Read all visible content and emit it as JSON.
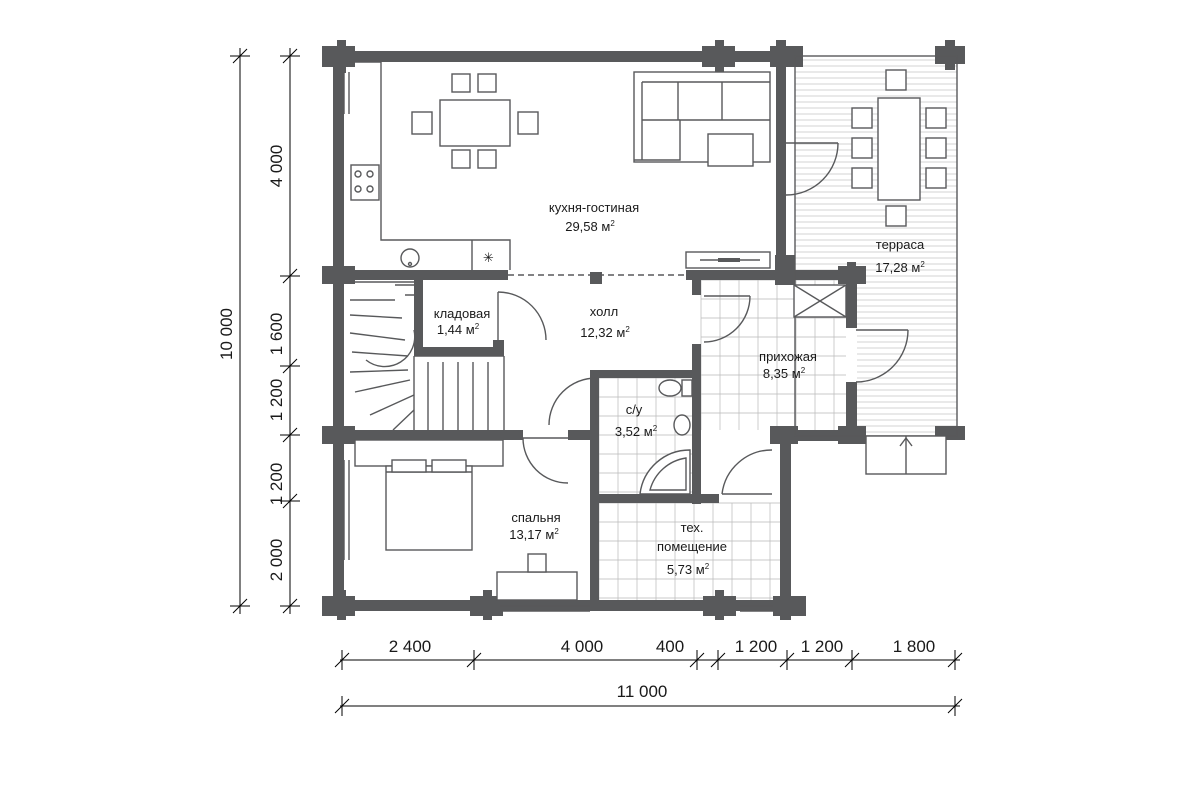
{
  "rooms": {
    "kitchen": {
      "name": "кухня-гостиная",
      "area": "29,58 м",
      "sup": "2"
    },
    "terrace": {
      "name": "терраса",
      "area": "17,28 м",
      "sup": "2"
    },
    "pantry": {
      "name": "кладовая",
      "area": "1,44 м",
      "sup": "2"
    },
    "hall": {
      "name": "холл",
      "area": "12,32 м",
      "sup": "2"
    },
    "entry": {
      "name": "прихожая",
      "area": "8,35 м",
      "sup": "2"
    },
    "wc": {
      "name": "с/у",
      "area": "3,52 м",
      "sup": "2"
    },
    "bedroom": {
      "name": "спальня",
      "area": "13,17 м",
      "sup": "2"
    },
    "tech": {
      "name1": "тех.",
      "name2": "помещение",
      "area": "5,73 м",
      "sup": "2"
    }
  },
  "dimensions": {
    "horizontal": [
      "2 400",
      "4 000",
      "400",
      "1 200",
      "1 200",
      "1 800"
    ],
    "horizontal_total": "11 000",
    "vertical": [
      "4 000",
      "1 600",
      "1 200",
      "1 200",
      "2 000"
    ],
    "vertical_total": "10 000"
  },
  "colors": {
    "wall": "#58595b",
    "tile": "#b8b8b8",
    "deck": "#a8a8a8"
  }
}
